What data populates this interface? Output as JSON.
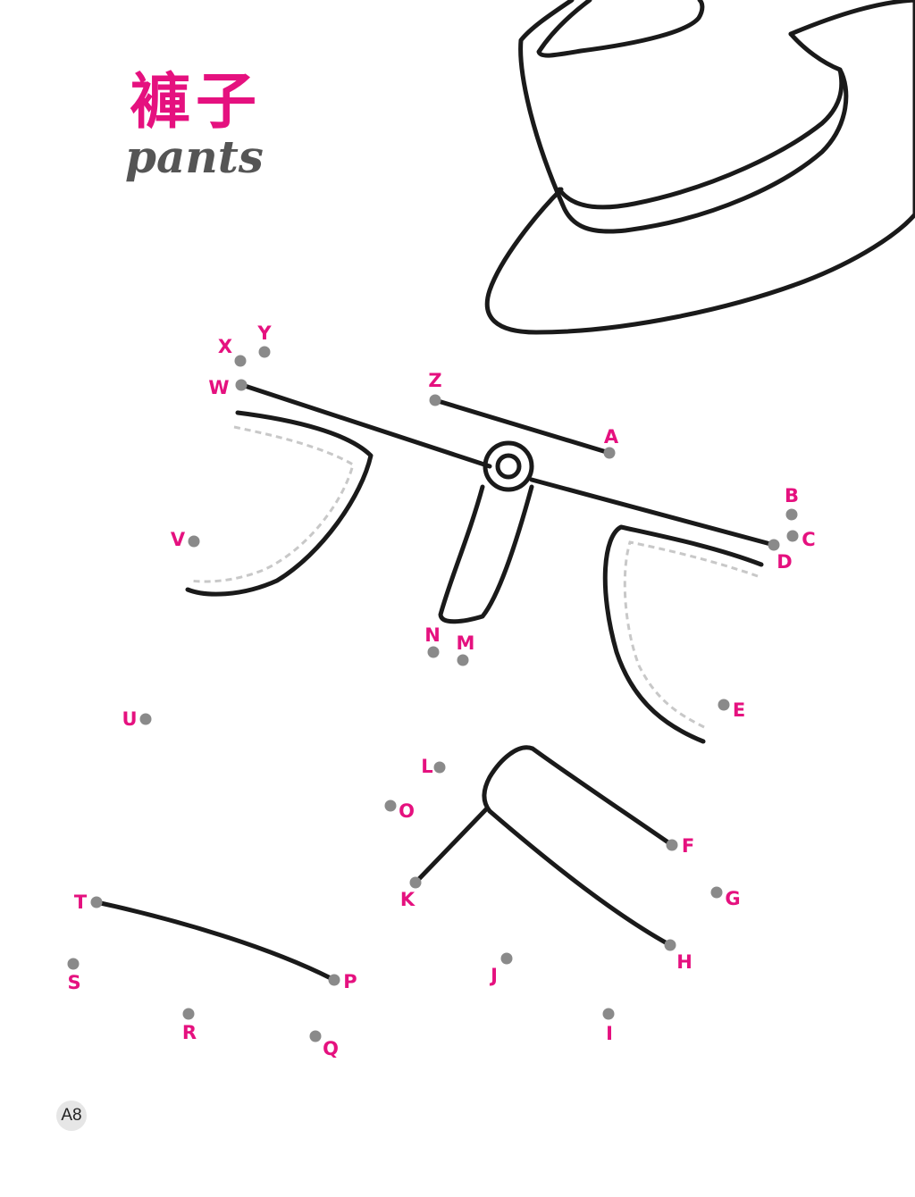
{
  "title": {
    "chinese": "褲子",
    "english": "pants"
  },
  "page_number": "A8",
  "colors": {
    "accent": "#e5117f",
    "title_en": "#555555",
    "dot": "#8a8a8a",
    "line": "#1a1a1a",
    "stitch": "#c8c8c8"
  },
  "dots": [
    {
      "label": "A"
    },
    {
      "label": "B"
    },
    {
      "label": "C"
    },
    {
      "label": "D"
    },
    {
      "label": "E"
    },
    {
      "label": "F"
    },
    {
      "label": "G"
    },
    {
      "label": "H"
    },
    {
      "label": "I"
    },
    {
      "label": "J"
    },
    {
      "label": "K"
    },
    {
      "label": "L"
    },
    {
      "label": "M"
    },
    {
      "label": "N"
    },
    {
      "label": "O"
    },
    {
      "label": "P"
    },
    {
      "label": "Q"
    },
    {
      "label": "R"
    },
    {
      "label": "S"
    },
    {
      "label": "T"
    },
    {
      "label": "U"
    },
    {
      "label": "V"
    },
    {
      "label": "W"
    },
    {
      "label": "X"
    },
    {
      "label": "Y"
    },
    {
      "label": "Z"
    }
  ]
}
